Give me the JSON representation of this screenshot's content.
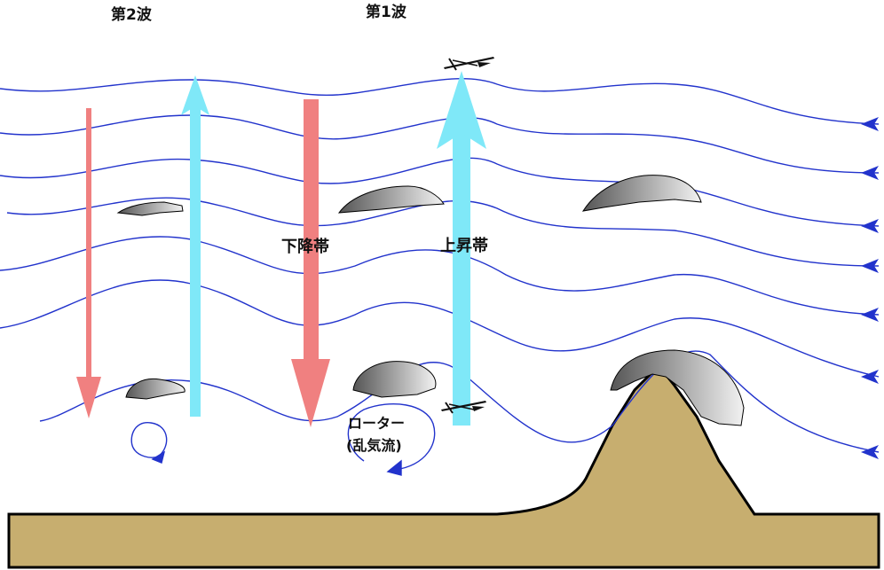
{
  "labels": {
    "wave2": "第2波",
    "wave1": "第1波",
    "downdraft": "下降帯",
    "updraft": "上昇帯",
    "rotor_line1": "ローター",
    "rotor_line2": "(乱気流)"
  },
  "colors": {
    "streamline": "#2233cc",
    "updraft": "#7fe8f8",
    "downdraft": "#f08080",
    "ground": "#c7ae6f",
    "ground_outline": "#000000",
    "cloud_light": "#f2f2f2",
    "cloud_dark": "#555555"
  },
  "icons": {
    "glider": "glider-icon",
    "rotor": "rotor-swirl-icon",
    "cloud": "lenticular-cloud-icon"
  }
}
